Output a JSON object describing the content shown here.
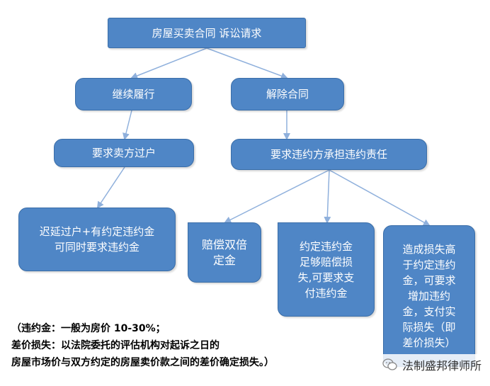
{
  "diagram": {
    "root": "房屋买卖合同 诉讼请求",
    "continue": "继续履行",
    "terminate": "解除合同",
    "transfer": "要求卖方过户",
    "liability": "要求违约方承担违约责任",
    "delay": "迟延过户+有约定违约金\n可同时要求违约金",
    "double": "赔偿双倍\n定金",
    "sufficient": "约定违约金\n足够赔偿损\n失,可要求支\n付违约金",
    "excess": "造成损失高\n于约定违约\n金，可要求\n增加违约\n金，支付实\n际损失（即\n差价损失）"
  },
  "notes": {
    "line1": "（违约金：一般为房价 10-30%；",
    "line2": "差价损失：以法院委托的评估机构对起诉之日的",
    "line3": "房屋市场价与双方约定的房屋卖价款之间的差价确定损失。）"
  },
  "watermark": {
    "text": "法制盛邦律师所",
    "icon": "wechat-icon"
  },
  "colors": {
    "box_fill": "#4f86c6",
    "box_border": "#3b6ea8",
    "arrow": "#8fb0dc"
  }
}
